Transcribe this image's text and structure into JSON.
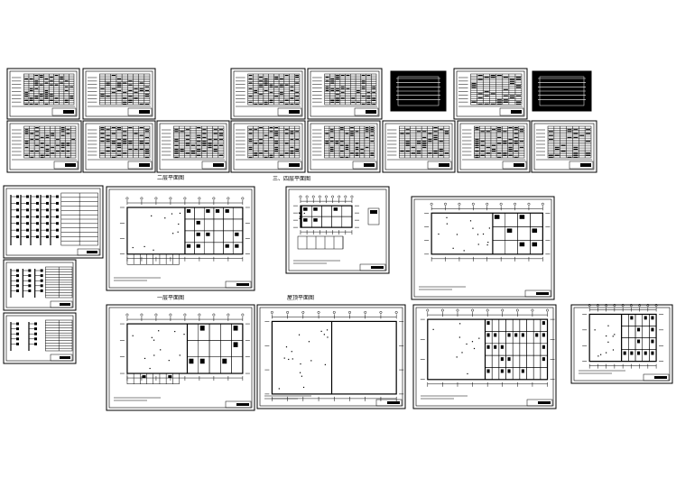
{
  "drawing_set": {
    "background": "#ffffff",
    "ink_color": "#000000",
    "plan_titles": {
      "second_floor": "二层平面图",
      "third_fourth_floor": "三、四层平面图",
      "first_floor": "一层平面图",
      "roof_floor": "屋顶平面图"
    },
    "sheet_types": [
      "schedule-table",
      "system-diagram",
      "floor-plan",
      "legend-sheet"
    ]
  }
}
